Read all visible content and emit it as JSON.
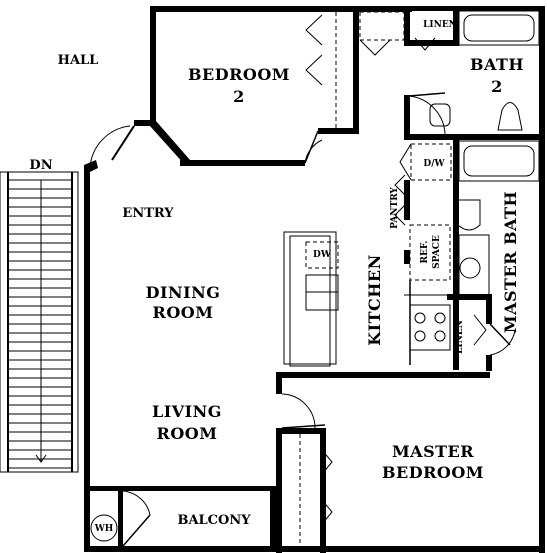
{
  "labels": {
    "hall": "HALL",
    "bedroom2_line1": "BEDROOM",
    "bedroom2_line2": "2",
    "linen_top": "LINEN",
    "bath2_line1": "BATH",
    "bath2_line2": "2",
    "dn": "DN",
    "entry": "ENTRY",
    "dw_upper": "D/W",
    "pantry": "PANTRY",
    "dw_island": "DW",
    "ref_line1": "REF.",
    "ref_line2": "SPACE",
    "kitchen": "KITCHEN",
    "master_bath": "MASTER BATH",
    "dining_line1": "DINING",
    "dining_line2": "ROOM",
    "linen_side": "LINEN",
    "living_line1": "LIVING",
    "living_line2": "ROOM",
    "master_bed_line1": "MASTER",
    "master_bed_line2": "BEDROOM",
    "wh": "WH",
    "balcony": "BALCONY"
  }
}
